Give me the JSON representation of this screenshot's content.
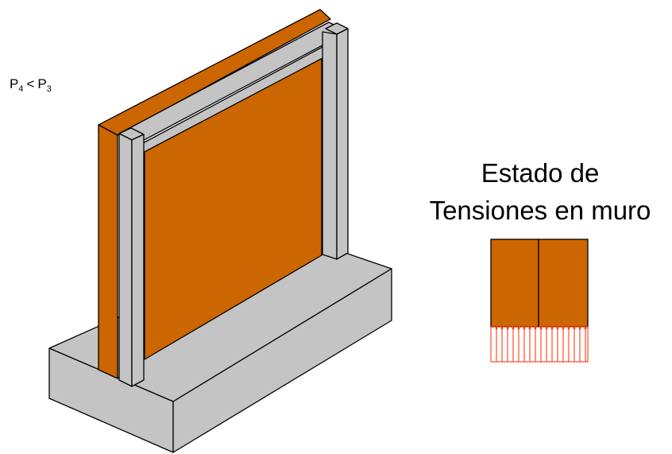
{
  "label_load": {
    "p_left": "P",
    "sub_left": "4",
    "op": "<",
    "p_right": "P",
    "sub_right": "3"
  },
  "title": {
    "line1": "Estado de",
    "line2": "Tensiones en muro"
  },
  "colors": {
    "masonry": "#cc6600",
    "concrete": "#c4c4c4",
    "stroke": "#000000",
    "stress": "#ff2a00",
    "background": "#ffffff"
  }
}
